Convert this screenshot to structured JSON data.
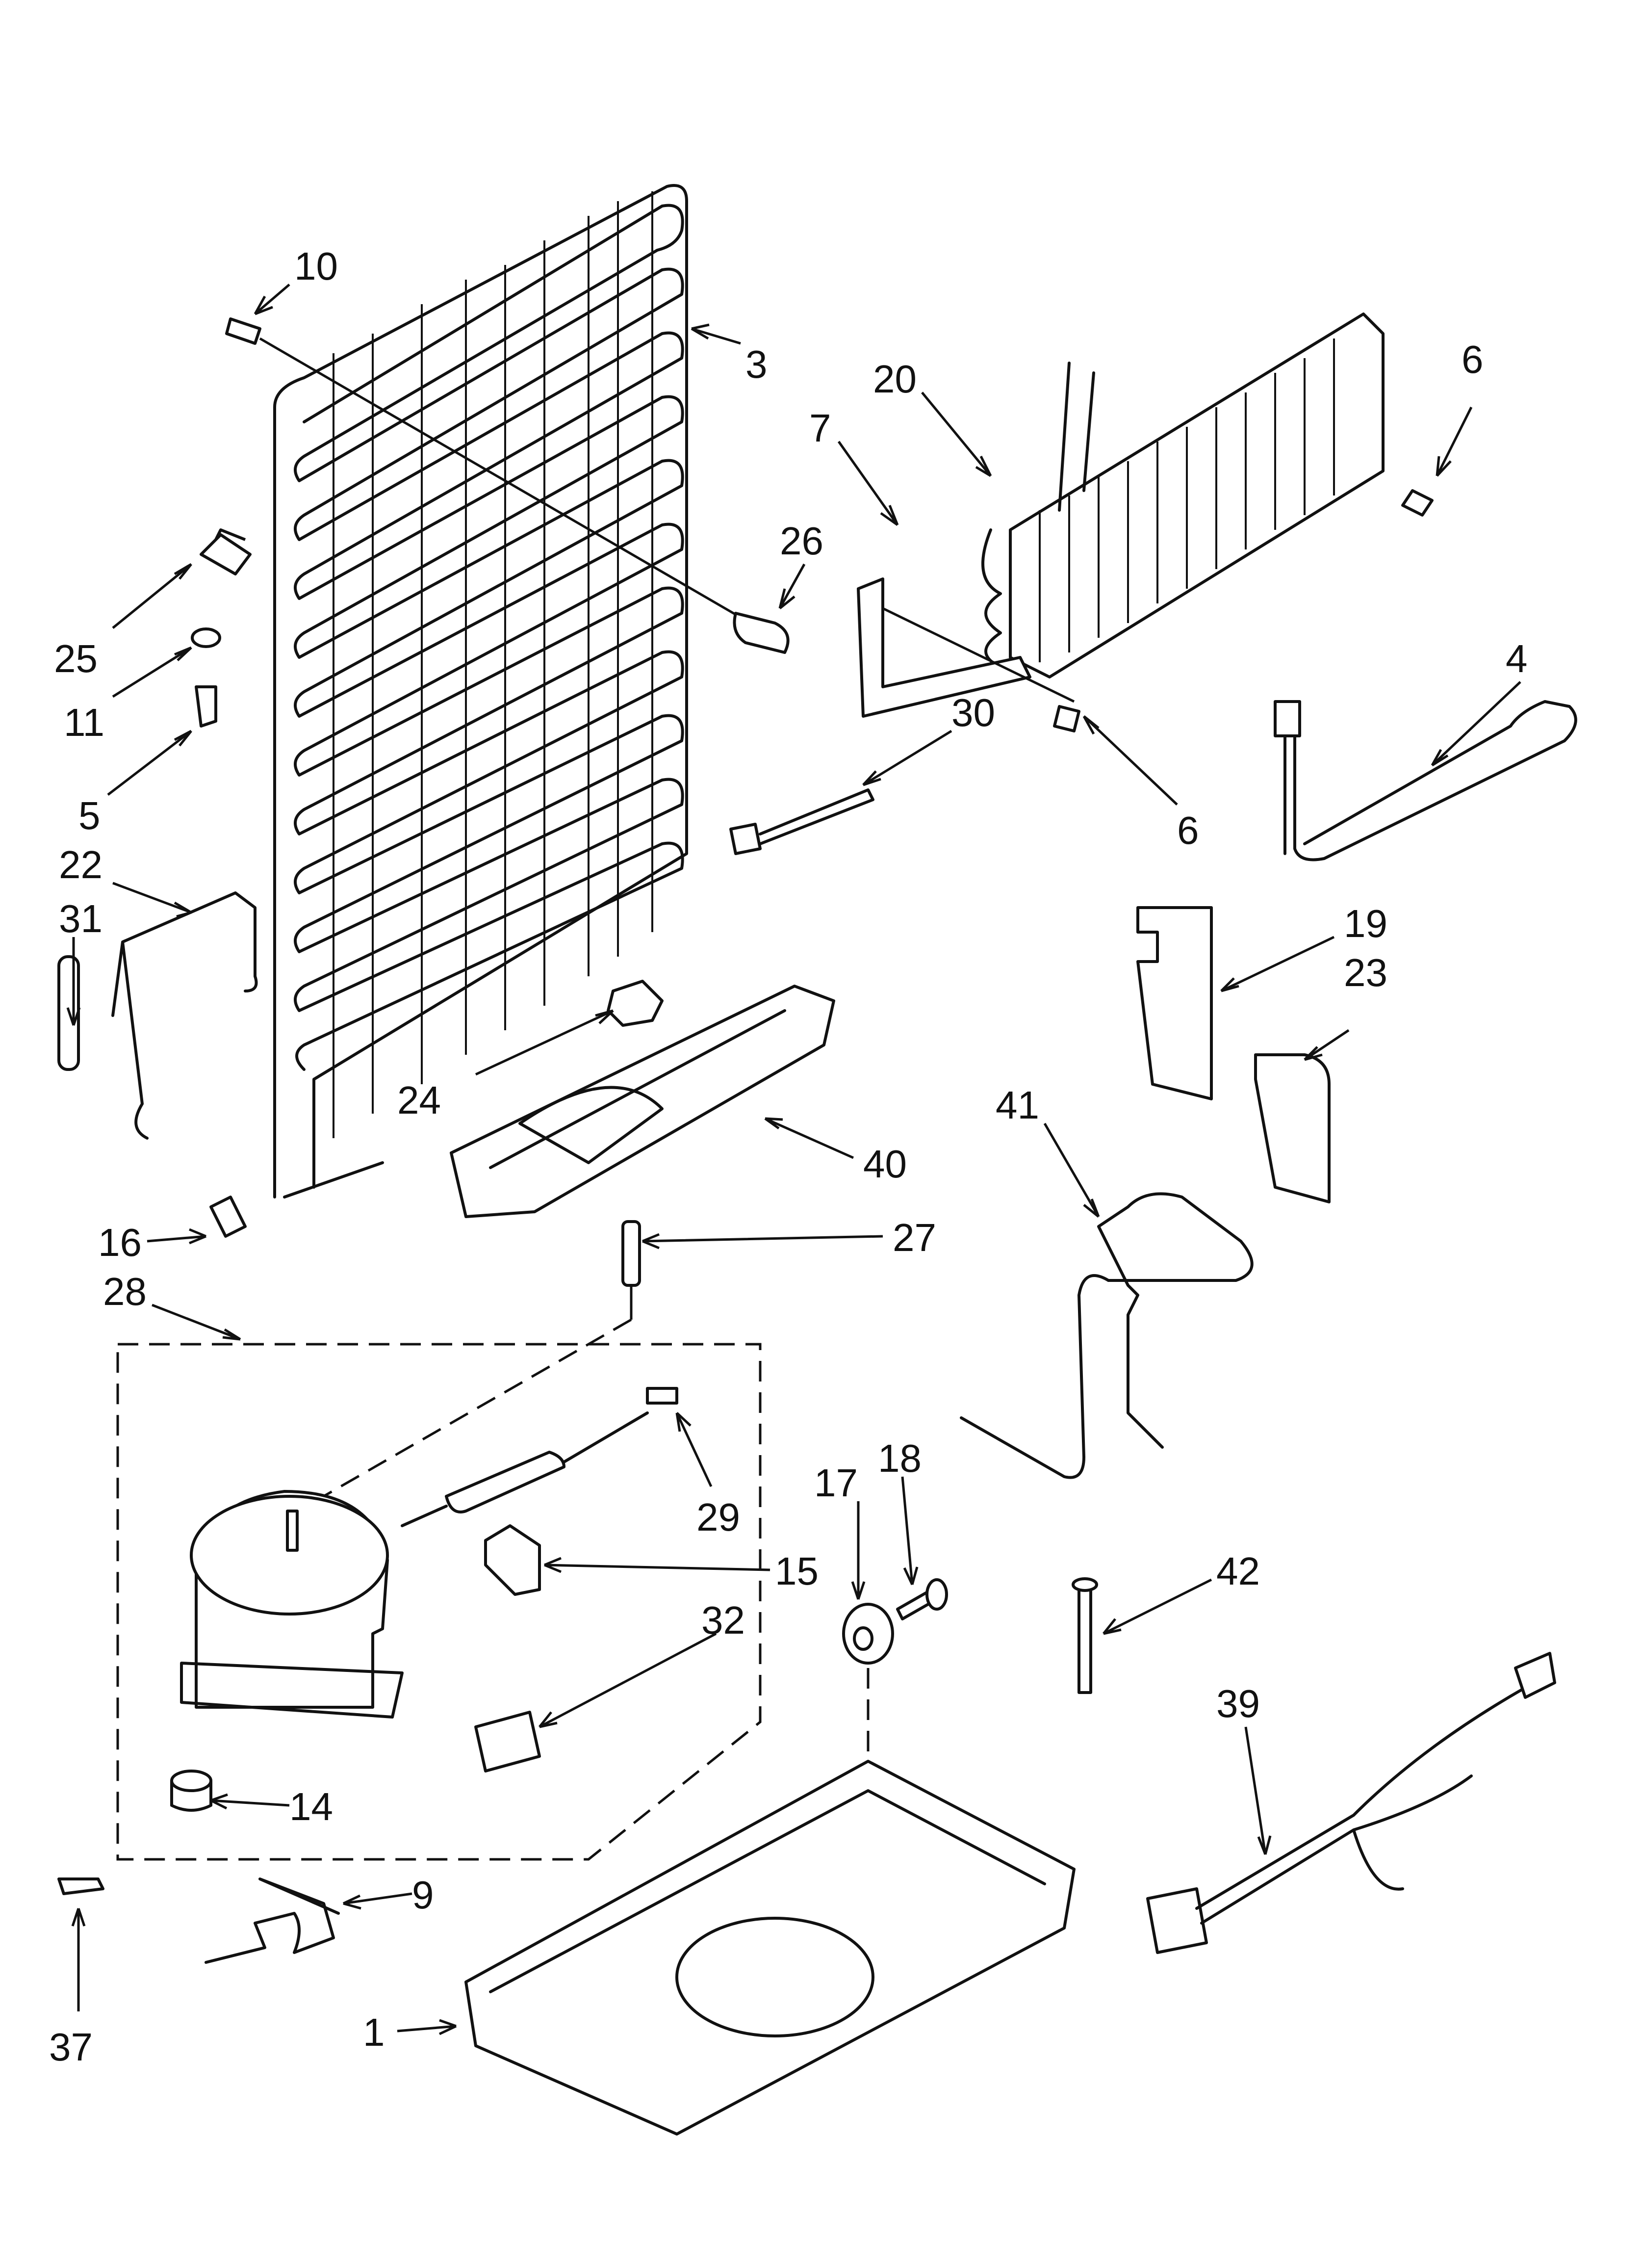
{
  "callouts": [
    {
      "id": "c10",
      "text": "10"
    },
    {
      "id": "c3",
      "text": "3"
    },
    {
      "id": "c6a",
      "text": "6"
    },
    {
      "id": "c20",
      "text": "20"
    },
    {
      "id": "c7",
      "text": "7"
    },
    {
      "id": "c26",
      "text": "26"
    },
    {
      "id": "c25",
      "text": "25"
    },
    {
      "id": "c11",
      "text": "11"
    },
    {
      "id": "c5",
      "text": "5"
    },
    {
      "id": "c30",
      "text": "30"
    },
    {
      "id": "c6b",
      "text": "6"
    },
    {
      "id": "c4",
      "text": "4"
    },
    {
      "id": "c22",
      "text": "22"
    },
    {
      "id": "c31",
      "text": "31"
    },
    {
      "id": "c19",
      "text": "19"
    },
    {
      "id": "c23",
      "text": "23"
    },
    {
      "id": "c24",
      "text": "24"
    },
    {
      "id": "c40",
      "text": "40"
    },
    {
      "id": "c41",
      "text": "41"
    },
    {
      "id": "c16",
      "text": "16"
    },
    {
      "id": "c27",
      "text": "27"
    },
    {
      "id": "c28",
      "text": "28"
    },
    {
      "id": "c29",
      "text": "29"
    },
    {
      "id": "c15",
      "text": "15"
    },
    {
      "id": "c17",
      "text": "17"
    },
    {
      "id": "c18",
      "text": "18"
    },
    {
      "id": "c32",
      "text": "32"
    },
    {
      "id": "c42",
      "text": "42"
    },
    {
      "id": "c14",
      "text": "14"
    },
    {
      "id": "c39",
      "text": "39"
    },
    {
      "id": "c9",
      "text": "9"
    },
    {
      "id": "c37",
      "text": "37"
    },
    {
      "id": "c1",
      "text": "1"
    }
  ]
}
